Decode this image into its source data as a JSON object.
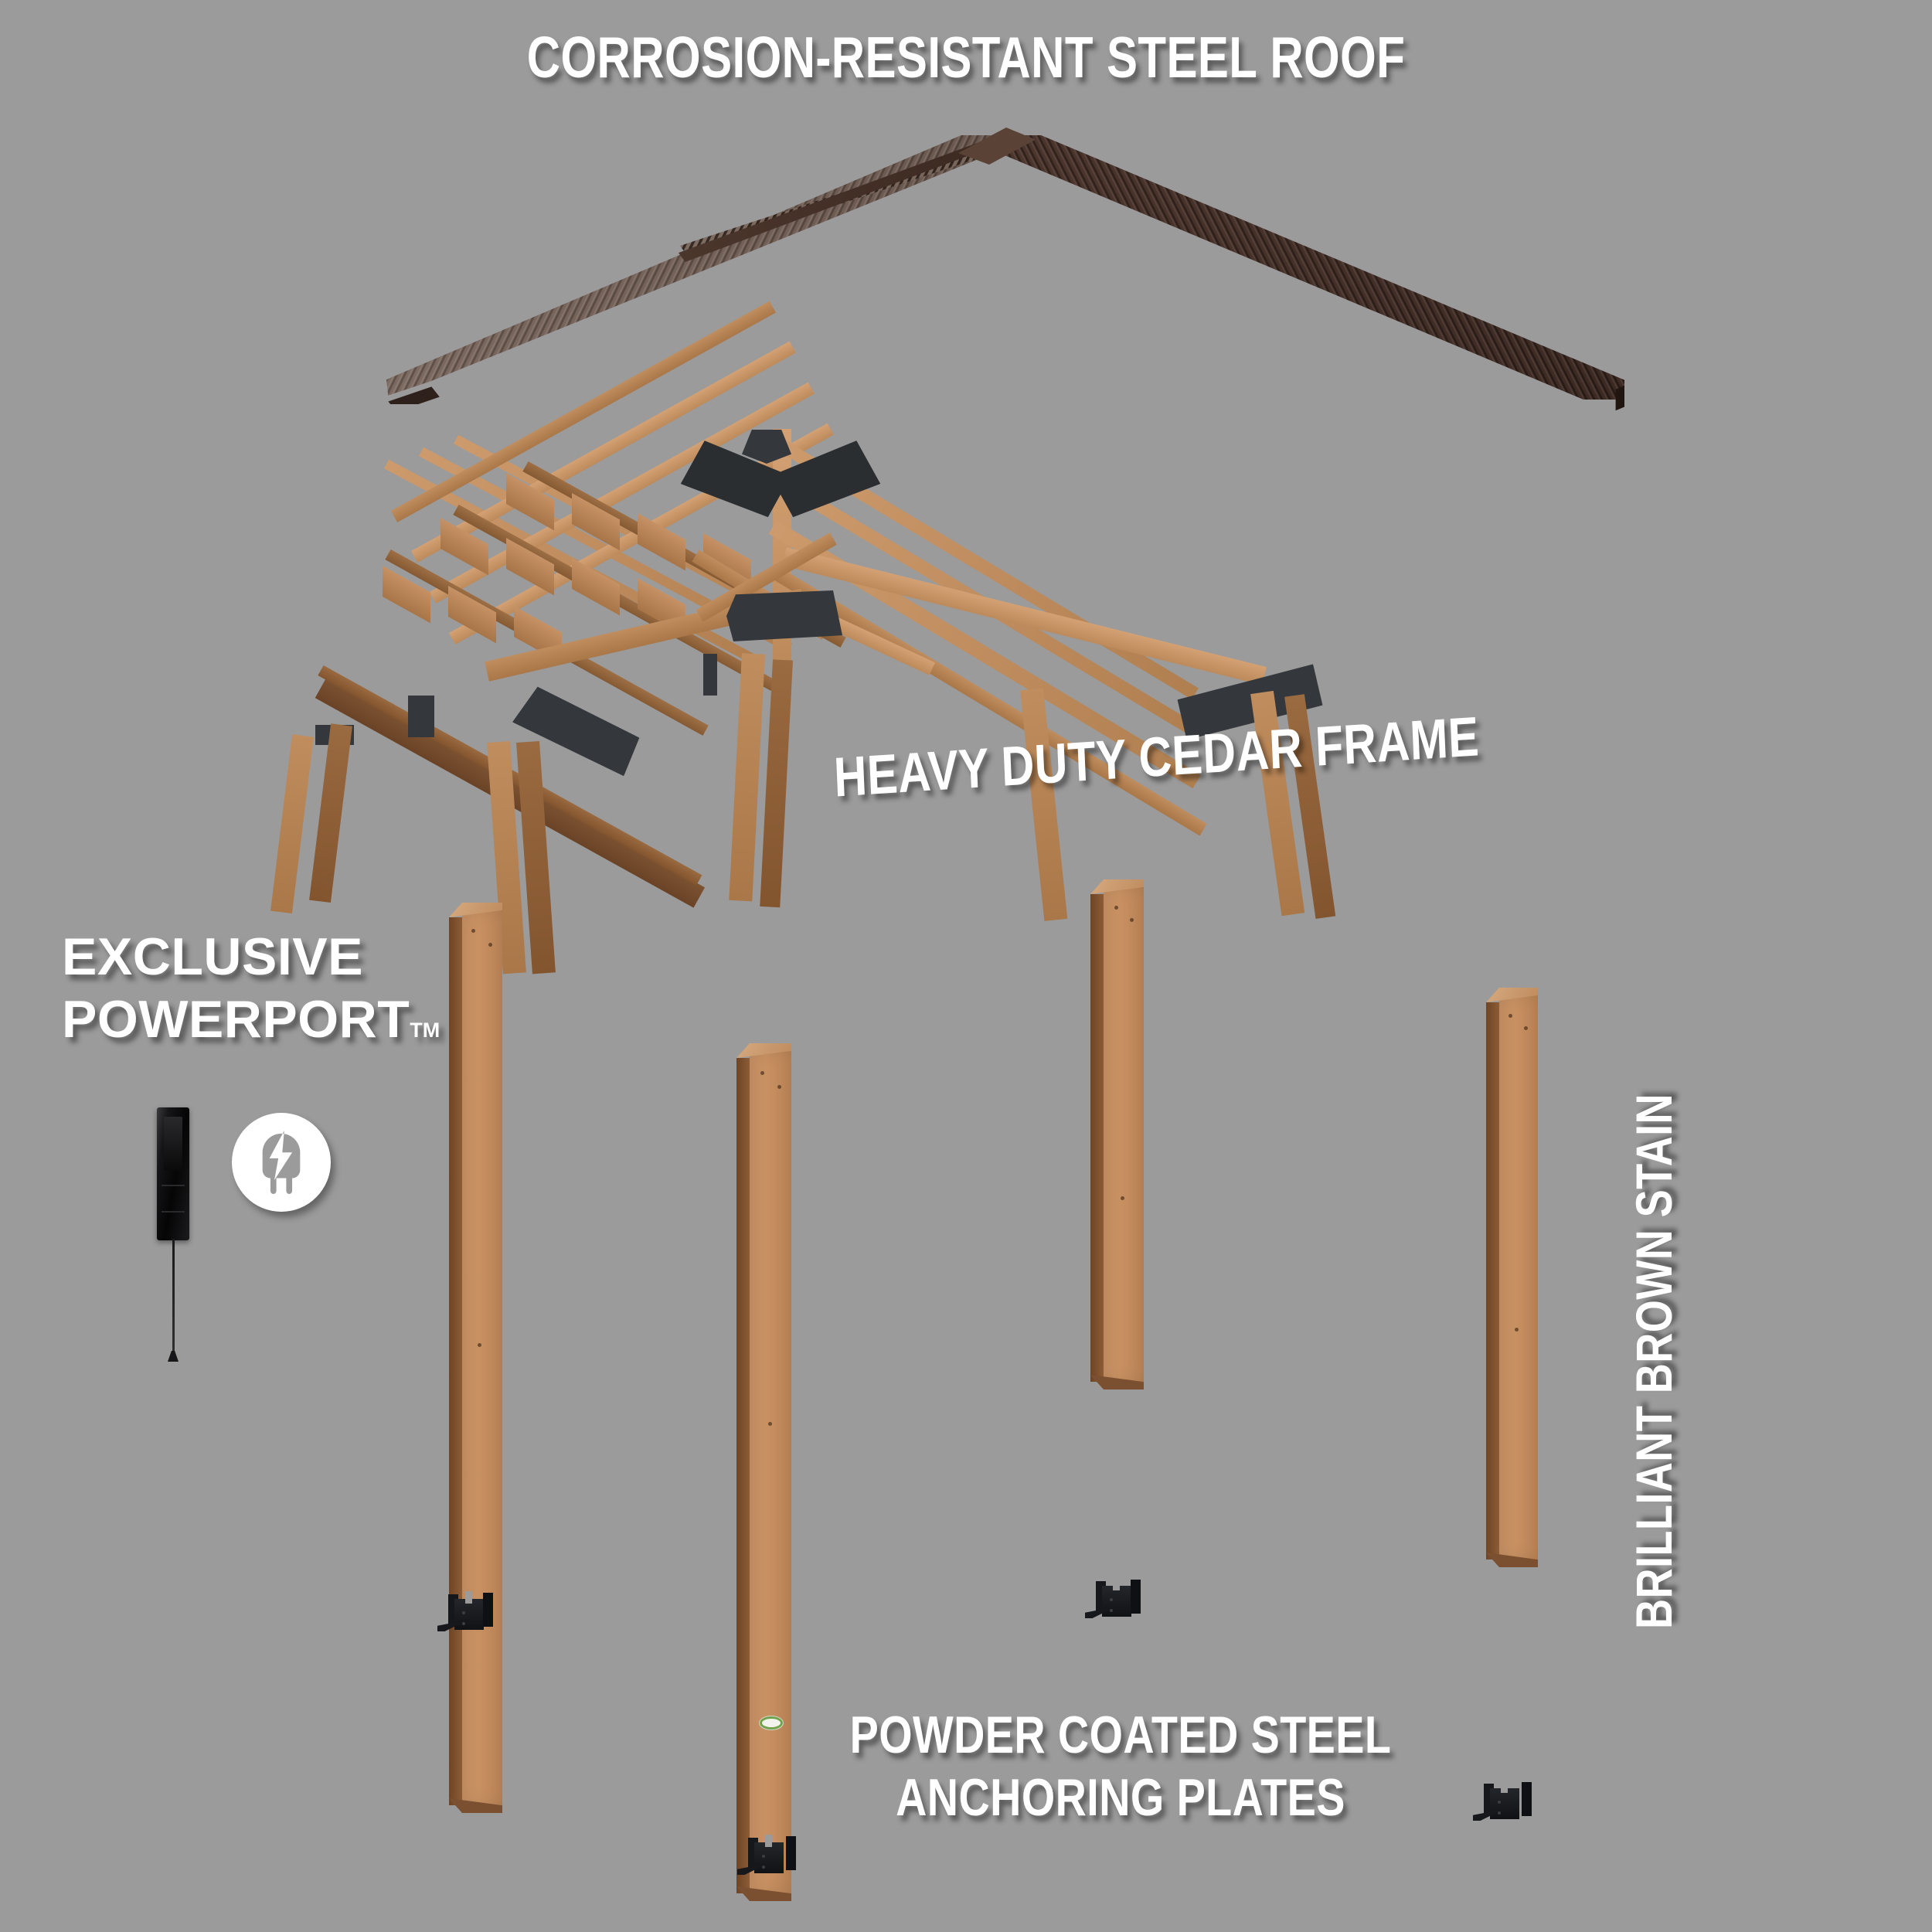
{
  "meta": {
    "background_color": "#9b9b9b",
    "product": "Exploded-view gazebo / pavilion product feature diagram"
  },
  "labels": {
    "roof": "CORROSION-RESISTANT STEEL ROOF",
    "frame": "HEAVY DUTY CEDAR FRAME",
    "powerport_line1": "EXCLUSIVE",
    "powerport_line2": "POWERPORT",
    "powerport_tm": "TM",
    "stain": "BRILLIANT BROWN STAIN",
    "anchors_line1": "POWDER COATED STEEL",
    "anchors_line2": "ANCHORING PLATES"
  },
  "colors": {
    "background": "#9b9b9b",
    "label_text": "#ffffff",
    "roof_light_face": "#6b584e",
    "roof_dark_face": "#3e2b23",
    "roof_fascia": "#2e211b",
    "cedar_light": "#c79064",
    "cedar_mid": "#a97748",
    "cedar_dark": "#7d5331",
    "steel_bracket": "#34383c",
    "anchor_black": "#101215",
    "powerport_device": "#0a0a0b",
    "powerport_badge": "#ffffff",
    "post_badge_green": "#6fa24a"
  },
  "components": {
    "roof": {
      "name": "corrugated steel gable roof",
      "panes": 2,
      "pane_left": "light sunlit corrugated face",
      "pane_right": "dark shaded corrugated face",
      "ridge_cap": true
    },
    "frame": {
      "name": "heavy duty cedar roof frame",
      "rafters": 9,
      "purlins": 3,
      "steel_gusset_plates": 5,
      "corner_braces": 6
    },
    "posts": {
      "name": "cedar support posts",
      "count": 4,
      "badge_on_post_index": 2
    },
    "anchors": {
      "name": "powder coated steel anchoring plates",
      "count": 4
    },
    "powerport": {
      "name": "exclusive PowerPort outlet module",
      "icon": "plug-bolt-icon",
      "has_cable": true
    }
  },
  "icons": {
    "powerport_badge": "plug-with-lightning-bolt-icon"
  }
}
